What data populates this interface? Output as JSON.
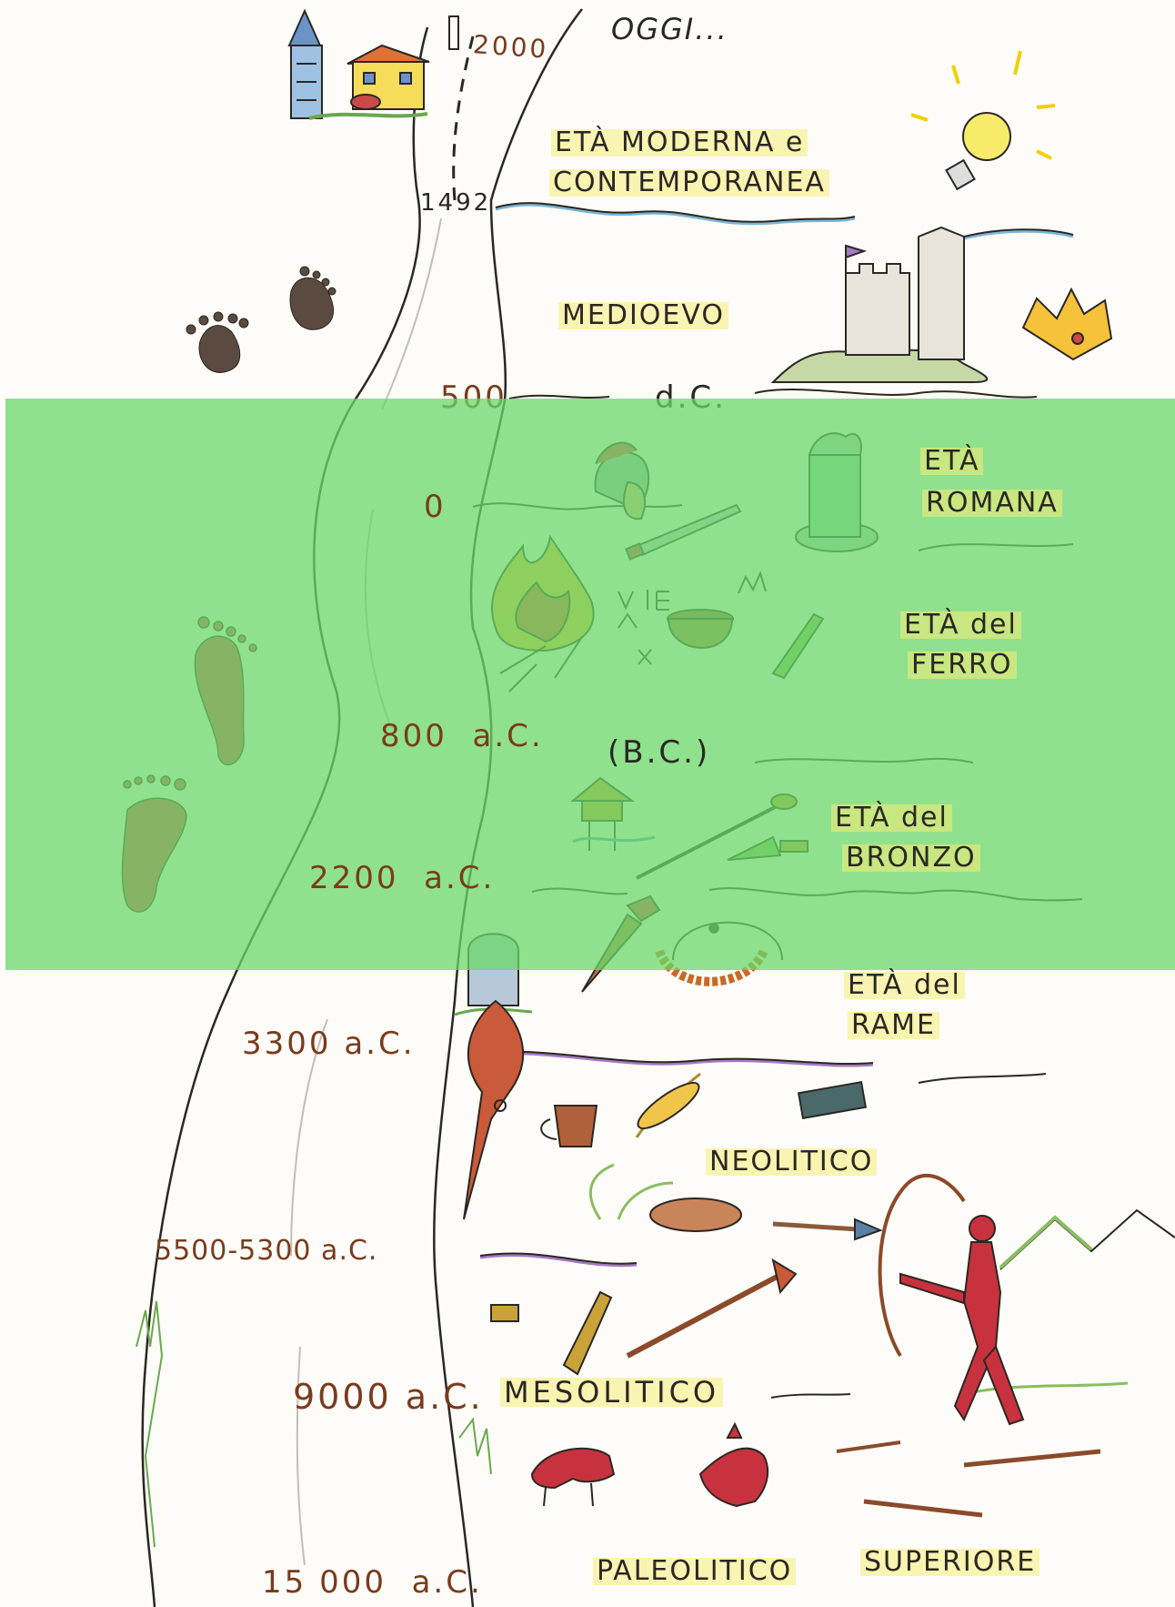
{
  "colors": {
    "highlight_band": "#7fdc7f",
    "road": "#8f8a85",
    "water": "#7ab6d6",
    "neolithic_line": "#a47ac4",
    "date_text": "#7a3b1c",
    "footprint_red": "#d94a55",
    "footprint_brown": "#5a4a40"
  },
  "dates": {
    "d2000": "2000",
    "d1492": "1492",
    "d500": "500",
    "dc": "d.C.",
    "d0": "0",
    "d800": "800  a.C.",
    "bc": "(B.C.)",
    "d2200": "2200  a.C.",
    "d3300": "3300 a.C.",
    "d5500": "5500-5300 a.C.",
    "d9000": "9000 a.C.",
    "d15000": "15 000  a.C."
  },
  "periods": {
    "oggi": "OGGI...",
    "moderna_1": "ETÀ  MODERNA  e",
    "moderna_2": "CONTEMPORANEA",
    "medioevo": "MEDIOEVO",
    "romana_1": "ETÀ",
    "romana_2": "ROMANA",
    "ferro_1": "ETÀ  del",
    "ferro_2": "FERRO",
    "bronzo_1": "ETÀ  del",
    "bronzo_2": "BRONZO",
    "rame_1": "ETÀ  del",
    "rame_2": "RAME",
    "neolitico": "NEOLITICO",
    "mesolitico": "MESOLITICO",
    "paleolitico": "PALEOLITICO",
    "superiore": "SUPERIORE"
  },
  "icons": [
    "city-icon",
    "house-icon",
    "light-bulb-icon",
    "castle-icon",
    "crown-icon",
    "roman-helmet-icon",
    "sword-icon",
    "broken-column-icon",
    "fire-icon",
    "pot-icon",
    "stilt-house-icon",
    "spear-icon",
    "dagger-icon",
    "stele-icon",
    "necklace-icon",
    "amphora-icon",
    "cup-icon",
    "wheat-icon",
    "archer-icon",
    "arrow-icon",
    "bison-icon",
    "dog-icon",
    "footprint-icon"
  ]
}
